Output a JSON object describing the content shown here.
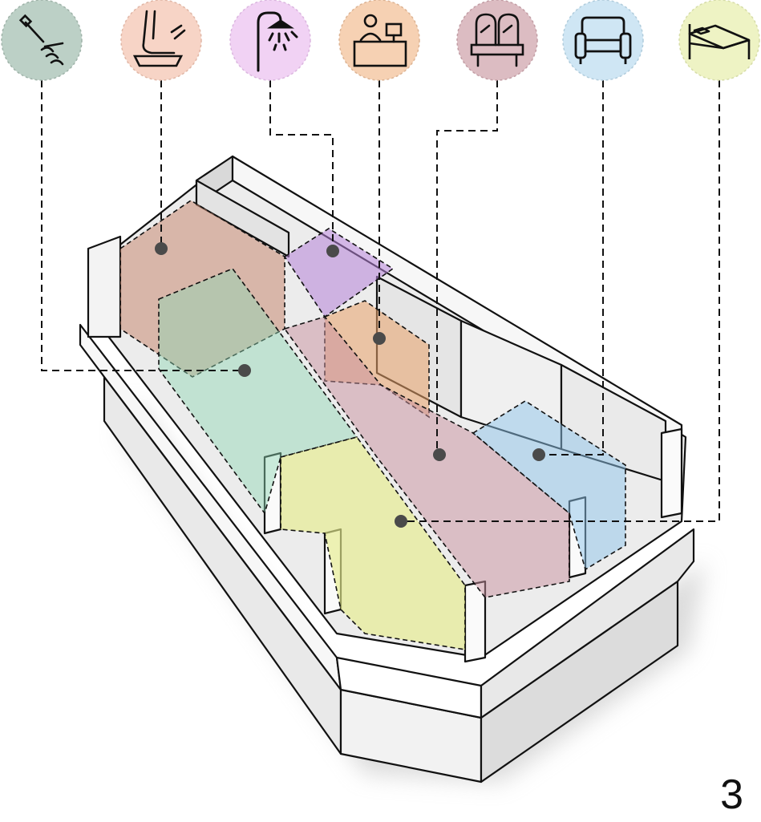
{
  "page_number": "3",
  "colors": {
    "outline": "#111111",
    "wall_light": "#f4f4f4",
    "wall_mid": "#e6e6e6",
    "wall_dark": "#cfcfcf",
    "floor": "#ededed",
    "leader": "#111111",
    "dot": "#4a4a4a"
  },
  "zones": [
    {
      "id": "manicure",
      "icon": "manicure-tools-icon",
      "circle_color": "#bcd0c6",
      "zone_color": "#8fd6b4"
    },
    {
      "id": "pedicure",
      "icon": "pedicure-foot-bath-icon",
      "circle_color": "#f7d4c6",
      "zone_color": "#c98a72"
    },
    {
      "id": "shower",
      "icon": "shower-icon",
      "circle_color": "#f1d2f4",
      "zone_color": "#b784d8"
    },
    {
      "id": "reception",
      "icon": "reception-desk-icon",
      "circle_color": "#f6d1b3",
      "zone_color": "#e9a36a"
    },
    {
      "id": "vanity",
      "icon": "vanity-mirror-icon",
      "circle_color": "#dcbcc2",
      "zone_color": "#c8909e"
    },
    {
      "id": "lounge",
      "icon": "sofa-icon",
      "circle_color": "#cfe6f4",
      "zone_color": "#8ec4ea"
    },
    {
      "id": "bedroom",
      "icon": "bed-icon",
      "circle_color": "#eef3c4",
      "zone_color": "#e6ec8e"
    }
  ]
}
